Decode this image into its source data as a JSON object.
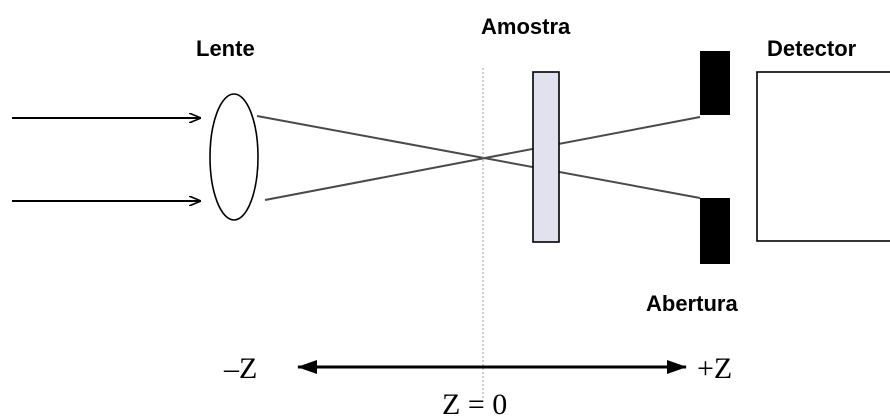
{
  "labels": {
    "lens": "Lente",
    "sample": "Amostra",
    "detector": "Detector",
    "aperture": "Abertura",
    "minus_z": "–Z",
    "plus_z": "+Z",
    "z_zero": "Z = 0"
  },
  "colors": {
    "line": "#000000",
    "ray": "#4a4a4a",
    "sample_fill": "#e2e2ee",
    "aperture_fill": "#000000",
    "focal_dotted_line": "#a0a0a0"
  }
}
